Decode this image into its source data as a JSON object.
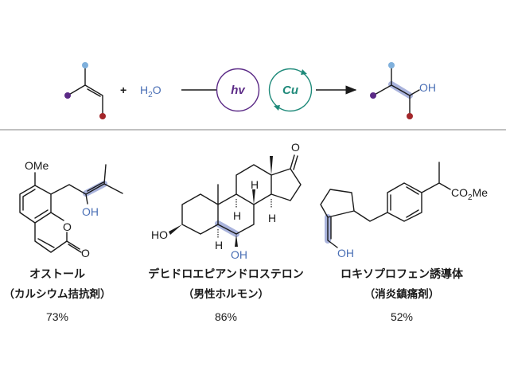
{
  "reaction": {
    "plus": "+",
    "water": {
      "main": "H",
      "sub": "2",
      "end": "O"
    },
    "photo_label": "hv",
    "catalyst_label": "Cu",
    "product_oh": "OH"
  },
  "colors": {
    "purple": "#5b2a86",
    "blue_dot": "#7fb0dc",
    "red_dot": "#a3262a",
    "teal": "#1f8a7a",
    "highlight": "#9aa6d6",
    "oh_text": "#4a6fb5"
  },
  "compounds": [
    {
      "name": "オストール",
      "category": "（カルシウム拮抗剤）",
      "yield": "73%",
      "labels": {
        "ome": "OMe",
        "oh": "OH",
        "o_ring": "O",
        "o_carbonyl": "O"
      }
    },
    {
      "name": "デヒドロエピアンドロステロン",
      "category": "（男性ホルモン）",
      "yield": "86%",
      "labels": {
        "ho": "HO",
        "oh": "OH",
        "o_ketone": "O",
        "h": "H"
      }
    },
    {
      "name": "ロキソプロフェン誘導体",
      "category": "（消炎鎮痛剤）",
      "yield": "52%",
      "labels": {
        "oh": "OH",
        "co2me_main": "CO",
        "co2me_sub": "2",
        "co2me_end": "Me"
      }
    }
  ]
}
